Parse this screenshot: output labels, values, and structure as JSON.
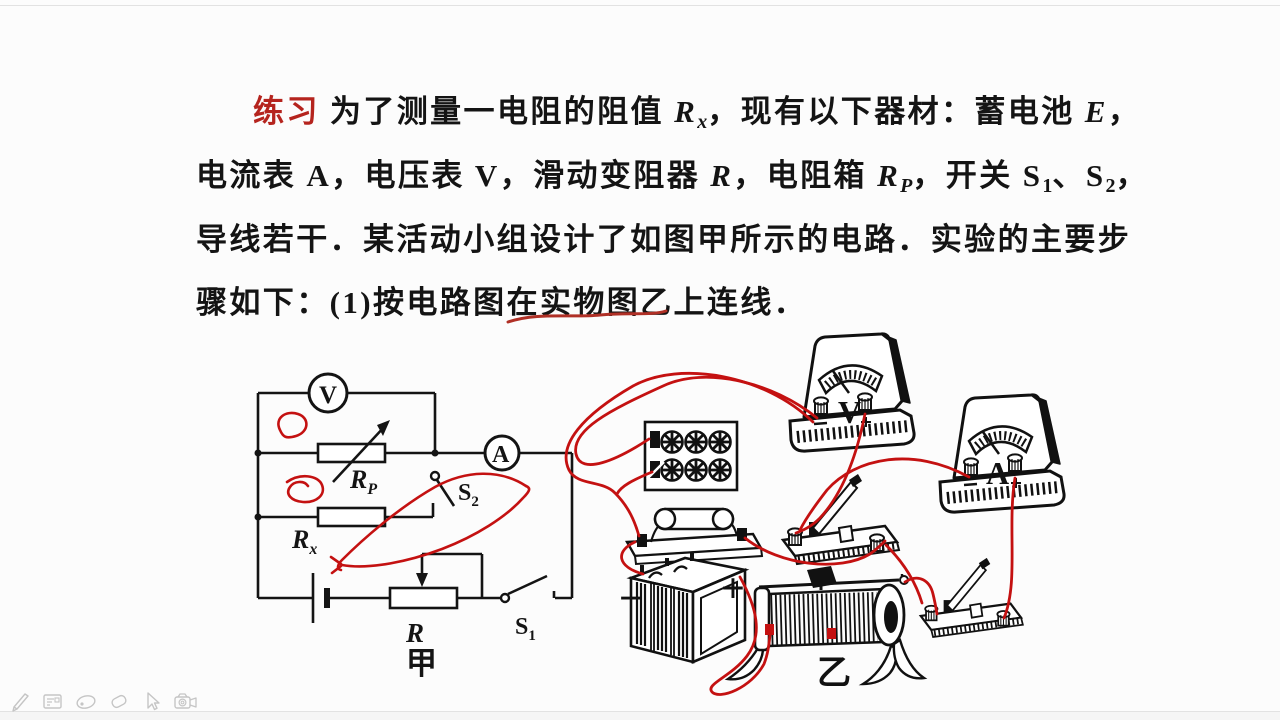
{
  "colors": {
    "pen_red": "#c41111",
    "print_red": "#b5241e",
    "ink": "#141414"
  },
  "text": {
    "l1": {
      "a": "练习",
      "b": " 为了测量一电阻的阻值 ",
      "c": "R",
      "d": "x",
      "e": "，现有以下器材：蓄电池 ",
      "f": "E",
      "g": "，"
    },
    "l2": {
      "a": "电流表 ",
      "b": "A",
      "c": "，电压表 ",
      "d": "V",
      "e": "，滑动变阻器 ",
      "f": "R",
      "g": "，电阻箱 ",
      "h": "R",
      "i": "P",
      "j": "，开关 ",
      "k": "S",
      "l": "1",
      "m": "、",
      "n": "S",
      "o": "2",
      "p": "，"
    },
    "l3": "导线若干．某活动小组设计了如图甲所示的电路．实验的主要步",
    "l4": "骤如下：(1)按电路图在实物图乙上连线．"
  },
  "schematic": {
    "voltmeter": "V",
    "ammeter": "A",
    "rp_main": "R",
    "rp_sub": "P",
    "rx_main": "R",
    "rx_sub": "x",
    "r_label": "R",
    "s1_main": "S",
    "s1_sub": "1",
    "s2_main": "S",
    "s2_sub": "2",
    "caption": "甲"
  },
  "apparatus": {
    "voltmeter": "V",
    "ammeter": "A",
    "plus": "+",
    "minus": "−",
    "caption": "乙"
  },
  "toolbar": {
    "icons": [
      "pen",
      "whiteboard",
      "laser-pointer",
      "eraser",
      "cursor",
      "camera"
    ]
  }
}
